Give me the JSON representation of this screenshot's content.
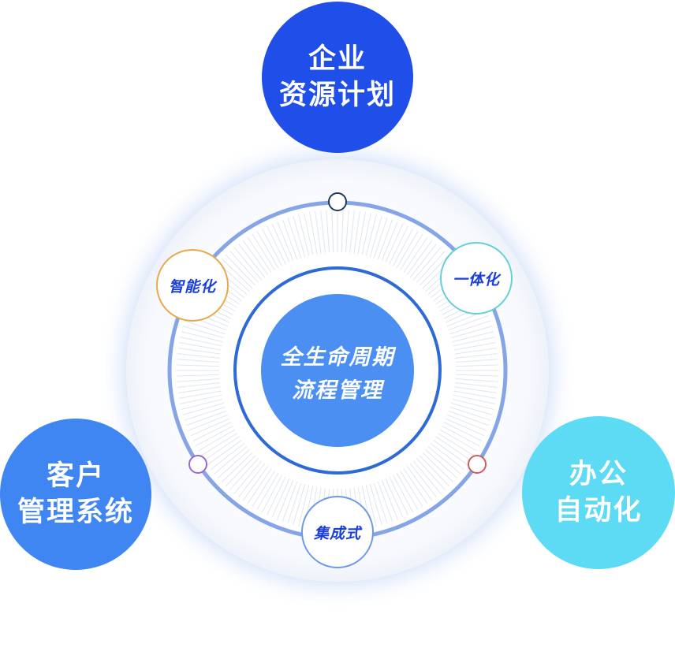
{
  "center": {
    "line1": "全生命周期",
    "line2": "流程管理",
    "color": "#4b8ff2"
  },
  "modules": {
    "erp": {
      "line1": "企业",
      "line2": "资源计划",
      "color": "#1f4fe8"
    },
    "crm": {
      "line1": "客户",
      "line2": "管理系统",
      "color": "#3f86f2"
    },
    "oa": {
      "line1": "办公",
      "line2": "自动化",
      "color": "#5ddbf5"
    }
  },
  "traits": {
    "intelligent": {
      "label": "智能化",
      "border_color": "#e8a94c"
    },
    "integrated": {
      "label": "一体化",
      "border_color": "#66cfd6"
    },
    "assembled": {
      "label": "集成式",
      "border_color": "#6a9ae8"
    }
  },
  "markers": {
    "top": {
      "icon": "ring-marker-icon",
      "border_color": "#1f3a5a"
    },
    "left": {
      "icon": "ring-marker-icon",
      "border_color": "#9a6ad3"
    },
    "right": {
      "icon": "ring-marker-icon",
      "border_color": "#d65a5a"
    }
  },
  "ring_colors": {
    "outer_ring": "#86a5e6",
    "inner_ring": "#2e6ad6",
    "tick_marks": "#dfe5ef"
  }
}
